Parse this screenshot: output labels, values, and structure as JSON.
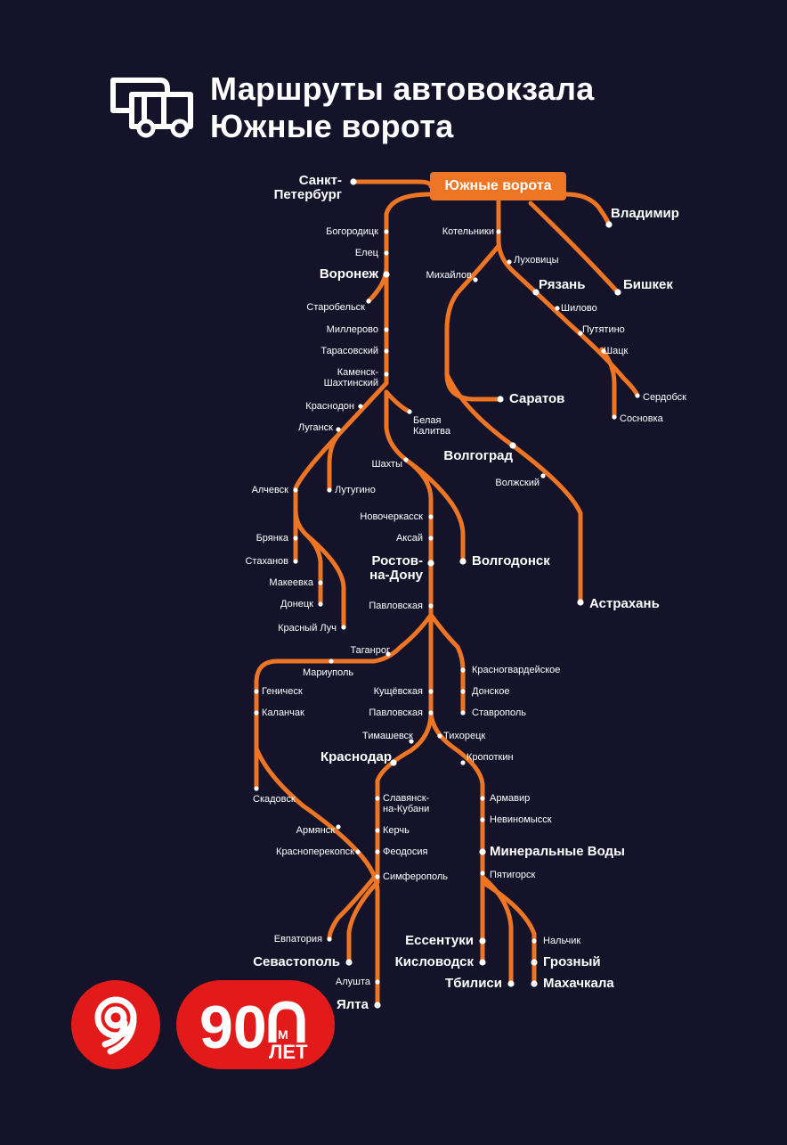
{
  "title": {
    "line1": "Маршруты автовокзала",
    "line2": "Южные ворота"
  },
  "hub": "Южные ворота",
  "logo_badge": {
    "text": "90",
    "sub_m": "М",
    "sub_let": "ЛЕТ"
  },
  "colors": {
    "background": "#15132a",
    "route": "#ee7523",
    "text": "#ffffff",
    "logo": "#e21a1a"
  },
  "icons": [
    "bus-icon",
    "metro-logo-icon",
    "anniversary-90-logo-icon"
  ],
  "stations": {
    "spb": "Санкт-\nПетербург",
    "bogoroditsk": "Богородицк",
    "elets": "Елец",
    "voronezh": "Воронеж",
    "starobelsk": "Старобельск",
    "millerovo": "Миллерово",
    "tarasovsky": "Тарасовский",
    "kamensk": "Каменск-\nШахтинский",
    "krasnodon": "Краснодон",
    "lugansk": "Луганск",
    "belaya_kalitva": "Белая\nКалитва",
    "alchevsk": "Алчевск",
    "lutugino": "Лутугино",
    "bryanka": "Брянка",
    "stakhanov": "Стаханов",
    "makeevka": "Макеевка",
    "donetsk": "Донецк",
    "krasny_luch": "Красный Луч",
    "shakhty": "Шахты",
    "novocherkassk": "Новочеркасск",
    "aksai": "Аксай",
    "rostov": "Ростов-\nна-Дону",
    "volgodonsk": "Волгодонск",
    "pavlovskaya1": "Павловская",
    "taganrog": "Таганрог",
    "mariupol": "Мариуполь",
    "genichesk": "Геническ",
    "kalanchak": "Каланчак",
    "skadovsk": "Скадовск",
    "armyansk": "Армянск",
    "krasnoperekopsk": "Красноперекопск",
    "kushchevskaya": "Кущёвская",
    "pavlovskaya2": "Павловская",
    "timashevsk": "Тимашевск",
    "krasnodar": "Краснодар",
    "slavyansk": "Славянск-\nна-Кубани",
    "kerch": "Керчь",
    "feodosia": "Феодосия",
    "simferopol": "Симферополь",
    "evpatoria": "Евпатория",
    "sevastopol": "Севастополь",
    "alushta": "Алушта",
    "yalta": "Ялта",
    "krasnogvardeyskoe": "Красногвардейское",
    "donskoe": "Донское",
    "stavropol": "Ставрополь",
    "tikhoretsk": "Тихорецк",
    "kropotkin": "Кропоткин",
    "armavir": "Армавир",
    "nevinnomyssk": "Невиномысск",
    "min_vody": "Минеральные Воды",
    "pyatigorsk": "Пятигорск",
    "essentuki": "Ессентуки",
    "kislovodsk": "Кисловодск",
    "tbilisi": "Тбилиси",
    "nalchik": "Нальчик",
    "grozny": "Грозный",
    "makhachkala": "Махачкала",
    "kotelniki": "Котельники",
    "lukhovitsy": "Луховицы",
    "mikhailov": "Михайлов",
    "ryazan": "Рязань",
    "shilovo": "Шилово",
    "putyatino": "Путятино",
    "shatsk": "Шацк",
    "serdobsk": "Сердобск",
    "sosnovka": "Сосновка",
    "saratov": "Саратов",
    "volgograd": "Волгоград",
    "volzhsky": "Волжский",
    "astrakhan": "Астрахань",
    "vladimir": "Владимир",
    "bishkek": "Бишкек"
  }
}
